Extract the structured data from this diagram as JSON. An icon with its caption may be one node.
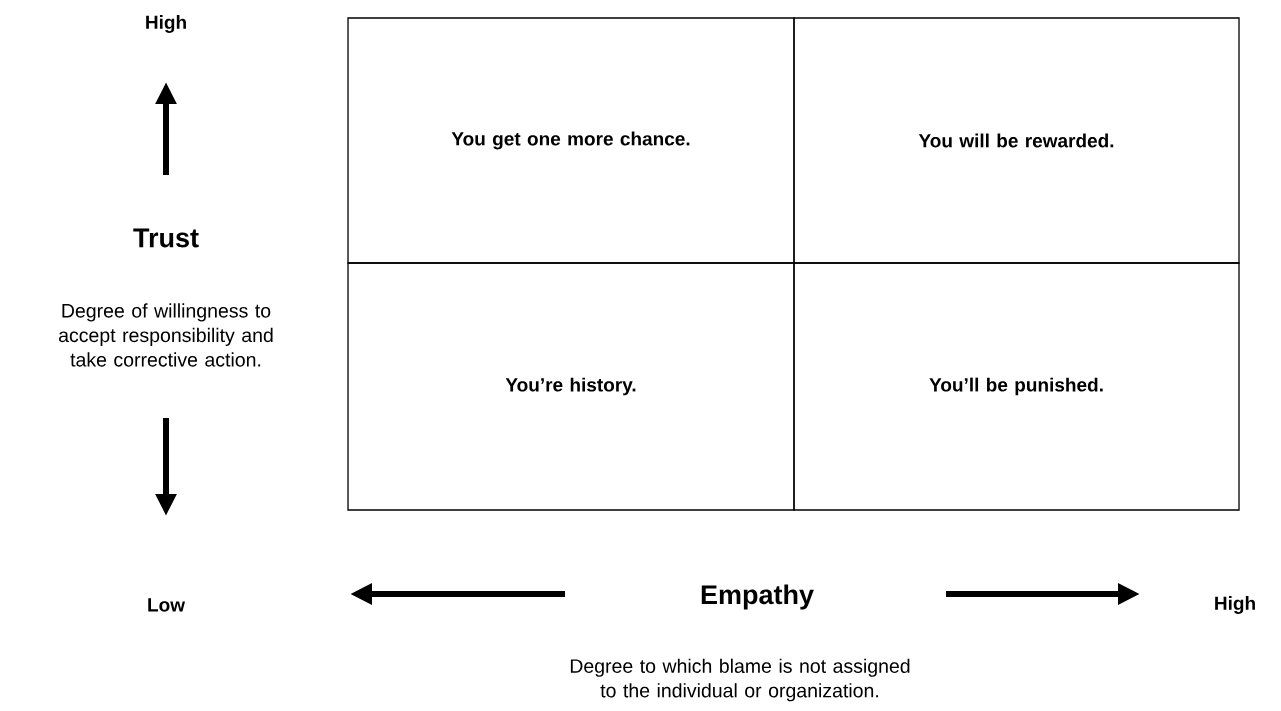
{
  "diagram": {
    "nodes": [
      {
        "text": [
          "You get one more chance."
        ]
      },
      {
        "text": [
          "You will be rewarded."
        ]
      },
      {
        "text": [
          "You’re history."
        ]
      },
      {
        "text": [
          "You’ll be punished."
        ]
      }
    ],
    "labels": [
      "High",
      "Trust",
      "Degree of willingness to accept responsibility and take corrective action.",
      "Low",
      "Empathy",
      "High",
      "Degree to which blame is not assigned to the individual or organization."
    ]
  }
}
